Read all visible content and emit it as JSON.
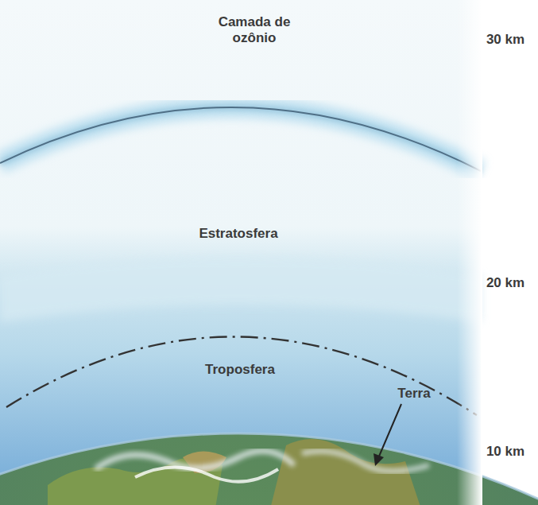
{
  "diagram": {
    "labels": [
      "Camada de ozônio",
      "30 km",
      "Estratosfera",
      "20 km",
      "Troposfera",
      "Terra",
      "10 km"
    ]
  }
}
